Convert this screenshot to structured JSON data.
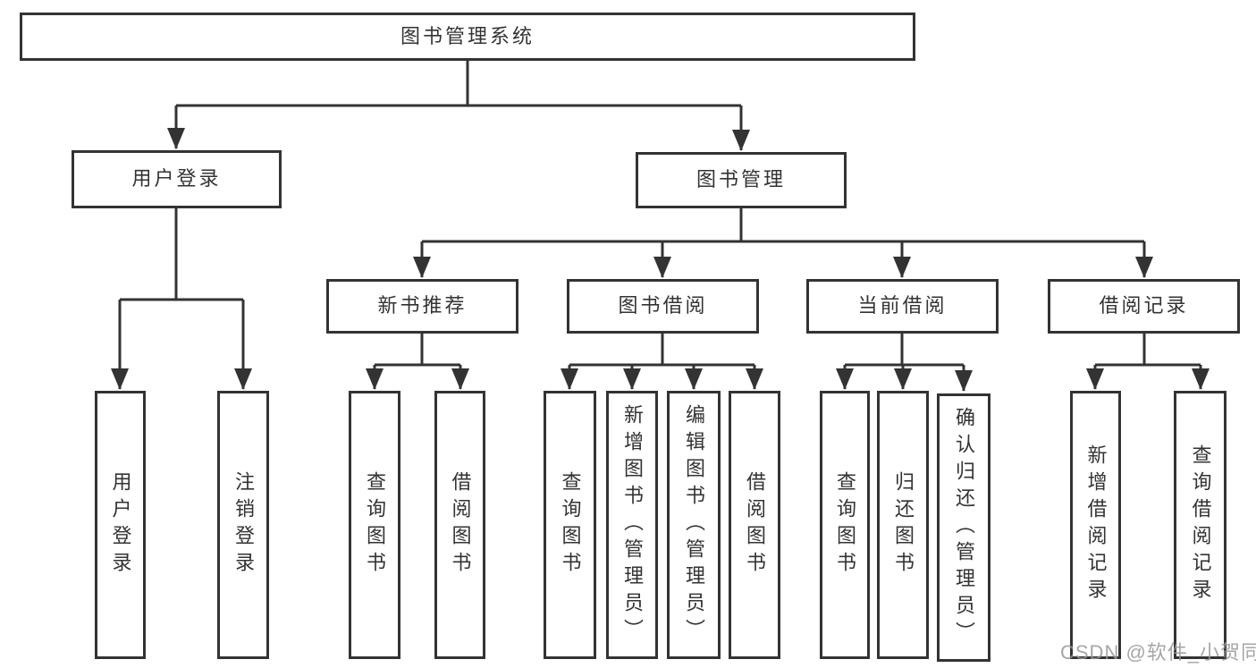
{
  "diagram": {
    "root": {
      "label": "图书管理系统"
    },
    "user": {
      "label": "用户登录",
      "children": [
        {
          "label": "用户登录"
        },
        {
          "label": "注销登录"
        }
      ]
    },
    "book": {
      "label": "图书管理"
    },
    "new_book": {
      "label": "新书推荐",
      "children": [
        {
          "label": "查询图书"
        },
        {
          "label": "借阅图书"
        }
      ]
    },
    "borrow": {
      "label": "图书借阅",
      "children": [
        {
          "label": "查询图书"
        },
        {
          "label": "新增图书（管理员）"
        },
        {
          "label": "编辑图书（管理员）"
        },
        {
          "label": "借阅图书"
        }
      ]
    },
    "current": {
      "label": "当前借阅",
      "children": [
        {
          "label": "查询图书"
        },
        {
          "label": "归还图书"
        },
        {
          "label": "确认归还（管理员）"
        }
      ]
    },
    "records": {
      "label": "借阅记录",
      "children": [
        {
          "label": "新增借阅记录"
        },
        {
          "label": "查询借阅记录"
        }
      ]
    }
  },
  "watermark": {
    "text": "CSDN @软件_小贺同学"
  },
  "colors": {
    "line": "#333333",
    "box_border": "#333333",
    "box_background": "#ffffff",
    "text": "#333333",
    "watermark": "#969696",
    "page_background": "#ffffff"
  }
}
